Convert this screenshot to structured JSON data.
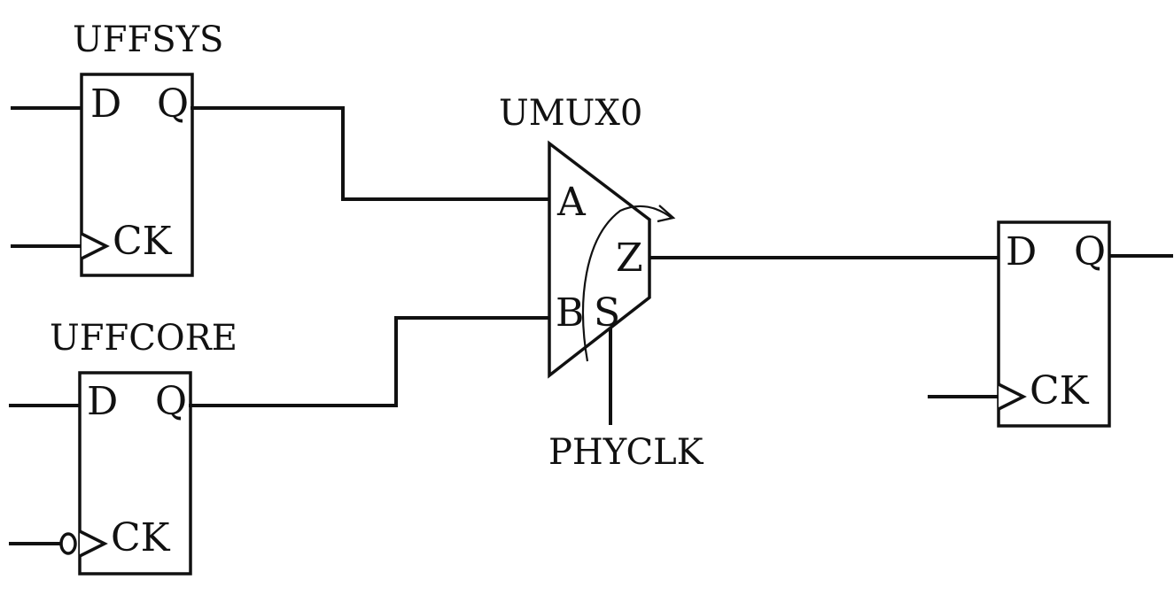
{
  "instances": {
    "uffsys": "UFFSYS",
    "uffcore": "UFFCORE",
    "umux0": "UMUX0"
  },
  "pins": {
    "d": "D",
    "q": "Q",
    "ck": "CK",
    "a": "A",
    "b": "B",
    "s": "S",
    "z": "Z"
  },
  "nets": {
    "select": "PHYCLK"
  },
  "colors": {
    "line": "#111111",
    "background": "#ffffff"
  }
}
